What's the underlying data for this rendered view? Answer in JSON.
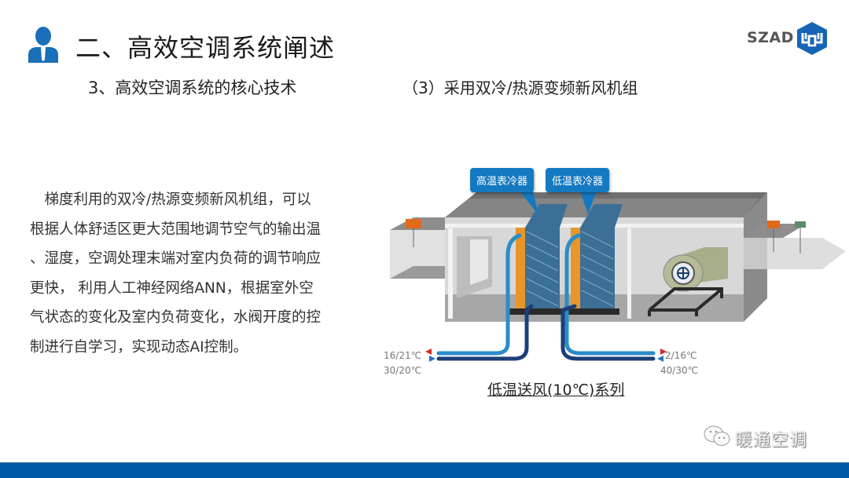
{
  "header": {
    "icon": "user-icon",
    "title": "二、高效空调系统阐述",
    "subtitle": "3、高效空调系统的核心技术",
    "section_heading": "（3）采用双冷/热源变频新风机组",
    "logo_text": "SZAD",
    "logo_icon": "szad-hexagon-logo-icon"
  },
  "body": {
    "paragraph": "梯度利用的双冷/热源变频新风机组，可以根据人体舒适区更大范围地调节空气的输出温、湿度，空调处理末端对室内负荷的调节响应更快， 利用人工神经网络ANN，根据室外空气状态的变化及室内负荷变化，水阀开度的控制进行自学习，实现动态AI控制。",
    "lines": [
      "　梯度利用的双冷/热源变频新风机组，可以",
      "根据人体舒适区更大范围地调节空气的输出温",
      "、湿度，空调处理末端对室内负荷的调节响应",
      "更快， 利用人工神经网络ANN，根据室外空",
      "气状态的变化及室内负荷变化，水阀开度的控",
      "制进行自学习，实现动态AI控制。"
    ]
  },
  "diagram": {
    "callouts": [
      "高温表冷器",
      "低温表冷器"
    ],
    "left_temps": [
      "16/21℃",
      "30/20℃"
    ],
    "right_temps": [
      "2/16℃",
      "40/30℃"
    ],
    "caption": "低温送风(10℃)系列",
    "colors": {
      "callout": "#1479c1",
      "pipe_light": "#2a8cc8",
      "pipe_dark": "#1c3f78",
      "coil_orange": "#e8962a",
      "coil_blue": "#3c6f95",
      "housing": "#8a8a8a"
    }
  },
  "footer": {
    "watermark": "暖通空调",
    "watermark_icon": "wechat-icon",
    "bar_color": "#0059a8"
  }
}
